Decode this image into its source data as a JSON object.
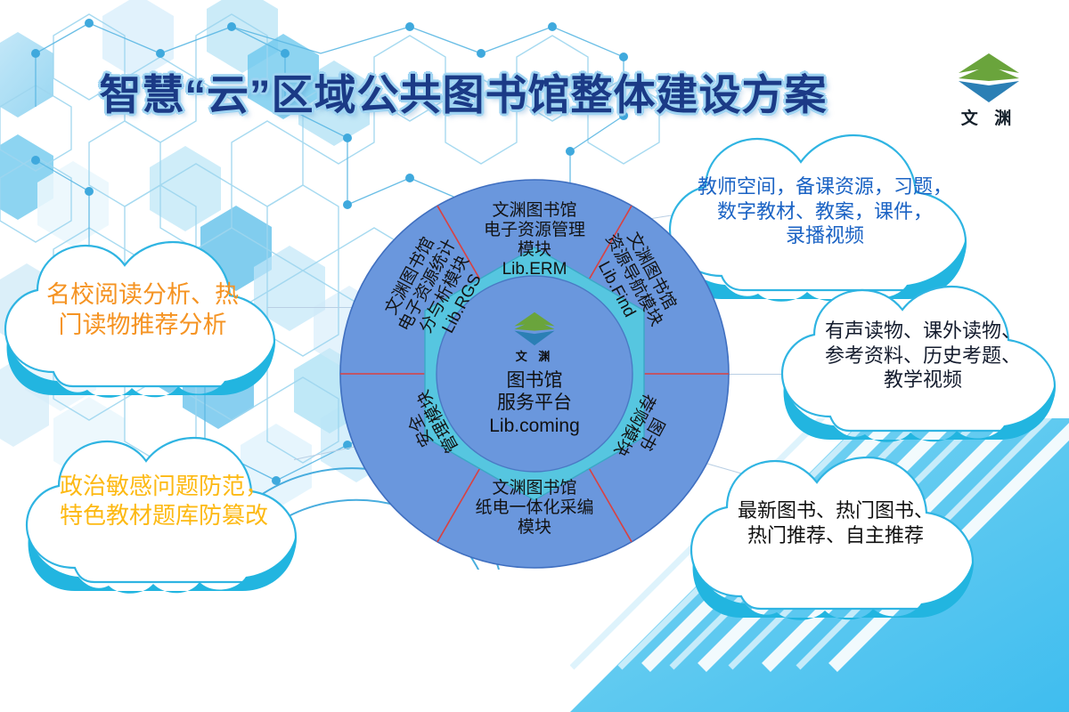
{
  "header": {
    "title": "智慧“云”区域公共图书馆整体建设方案",
    "logo_text": "文 渊",
    "logo_icon": "wenyuan-book-logo-icon"
  },
  "wheel": {
    "center": {
      "logo_icon": "wenyuan-book-logo-icon",
      "logo_text": "文 渊",
      "line1": "图书馆",
      "line2": "服务平台",
      "line3": "Lib.coming"
    },
    "segments": [
      {
        "id": "erm",
        "name": "segment-erm",
        "text": "文渊图书馆\n电子资源管理\n模块\nLib.ERM"
      },
      {
        "id": "find",
        "name": "segment-find",
        "text": "文渊图书馆\n资源导航模块\nLib.Find"
      },
      {
        "id": "recommend",
        "name": "segment-recommend",
        "text": "图书\n荐购模块"
      },
      {
        "id": "catalog",
        "name": "segment-catalog",
        "text": "文渊图书馆\n纸电一体化采编\n模块"
      },
      {
        "id": "security",
        "name": "segment-security",
        "text": "安全\n管理模块"
      },
      {
        "id": "rgs",
        "name": "segment-rgs",
        "text": "文渊图书馆\n电子资源统计\n分与析模块\nLib.RGS"
      }
    ]
  },
  "clouds": [
    {
      "id": "cloud-top-left",
      "name": "cloud-reading-analysis",
      "text": "名校阅读分析、热\n门读物推荐分析",
      "color": "#f59322"
    },
    {
      "id": "cloud-bottom-left",
      "name": "cloud-security-prevention",
      "text": "政治敏感问题防范，\n特色教材题库防篡改",
      "color": "#fdb913"
    },
    {
      "id": "cloud-top-right",
      "name": "cloud-teacher-resources",
      "text": "教师空间，备课资源，习题，\n数字教材、教案，课件，\n录播视频",
      "color": "#1b63c4"
    },
    {
      "id": "cloud-mid-right",
      "name": "cloud-reading-materials",
      "text": "有声读物、课外读物、\n参考资料、历史考题、\n教学视频",
      "color": "#141c2e"
    },
    {
      "id": "cloud-bottom-right",
      "name": "cloud-book-recommendations",
      "text": "最新图书、热门图书、\n热门推荐、自主推荐",
      "color": "#101010"
    }
  ],
  "colors": {
    "title_navy": "#1b3a86",
    "title_outline": "#9fd4f2",
    "segment_blue": "#6a97dd",
    "segment_divider": "#d94141",
    "ring_cyan": "#56c6e0",
    "cloud_cyan": "#22b5e0",
    "brand_green": "#6aa43c",
    "brand_blue": "#2b7fb5",
    "background": "#ffffff"
  }
}
